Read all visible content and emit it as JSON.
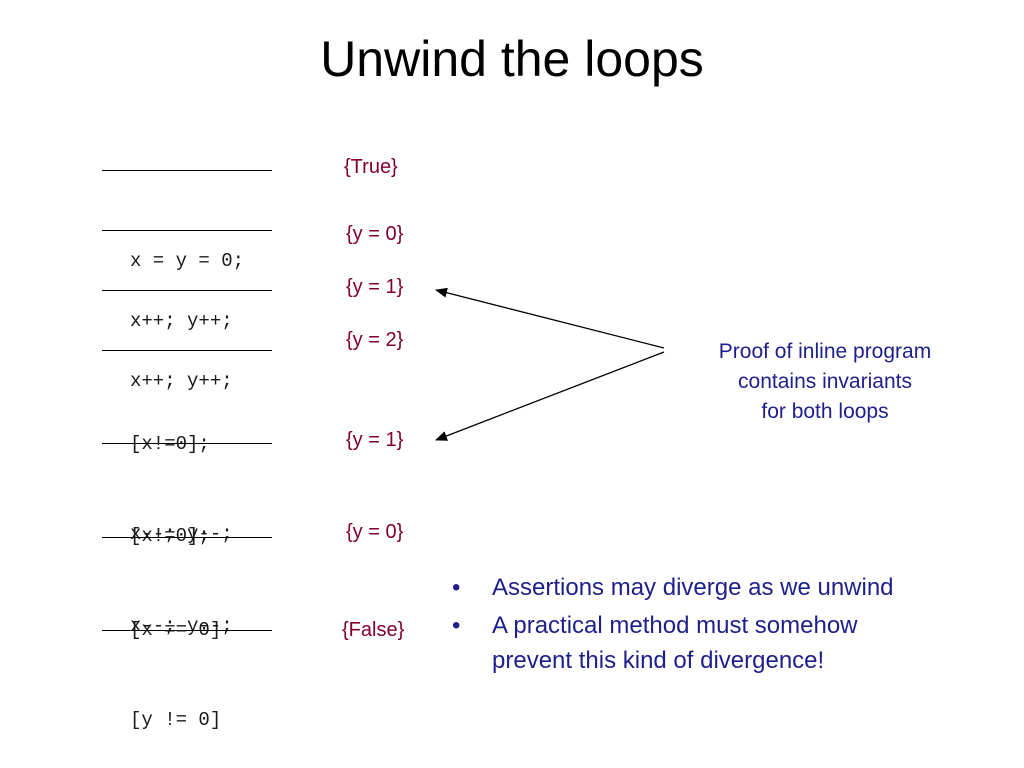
{
  "title": "Unwind the loops",
  "colors": {
    "assertion": "#800033",
    "note": "#1f1f8c",
    "text": "#000000"
  },
  "code_blocks": [
    [
      "x = y = 0;"
    ],
    [
      "x++; y++;"
    ],
    [
      "x++; y++;"
    ],
    [
      "[x!=0];",
      "x--; y--;"
    ],
    [
      "[x!=0];",
      "x--; y--;"
    ],
    [
      "[x == 0]",
      "[y != 0]"
    ]
  ],
  "assertions": [
    "{True}",
    "{y = 0}",
    "{y = 1}",
    "{y = 2}",
    "{y = 1}",
    "{y = 0}",
    "{False}"
  ],
  "note": {
    "lines": [
      "Proof of inline program",
      "contains invariants",
      "for both loops"
    ]
  },
  "bullets": {
    "marker": "•",
    "items": [
      [
        "Assertions may diverge as we unwind"
      ],
      [
        "A practical method must somehow",
        "prevent this kind of divergence!"
      ]
    ]
  }
}
